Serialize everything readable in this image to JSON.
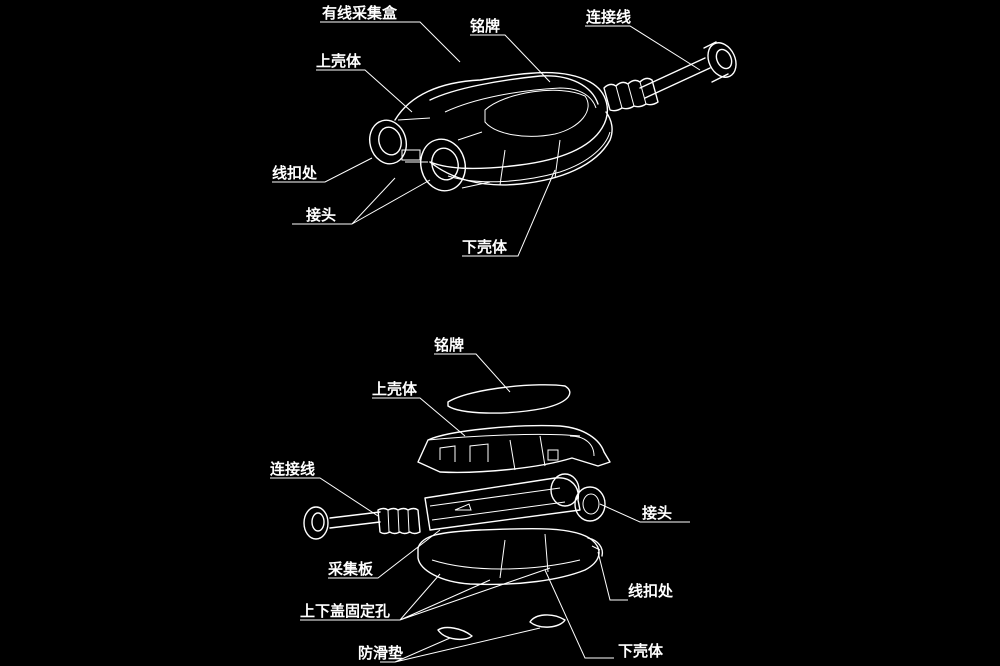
{
  "assembled": {
    "box_label": "有线采集盒",
    "nameplate_label": "铭牌",
    "cable_label": "连接线",
    "upper_shell_label": "上壳体",
    "clip_label": "线扣处",
    "connector_label": "接头",
    "lower_shell_label": "下壳体"
  },
  "exploded": {
    "nameplate_label": "铭牌",
    "upper_shell_label": "上壳体",
    "cable_label": "连接线",
    "connector_label": "接头",
    "board_label": "采集板",
    "clip_label": "线扣处",
    "fixing_holes_label": "上下盖固定孔",
    "antislip_label": "防滑垫",
    "lower_shell_label": "下壳体"
  },
  "colors": {
    "background": "#000000",
    "line": "#ffffff"
  }
}
